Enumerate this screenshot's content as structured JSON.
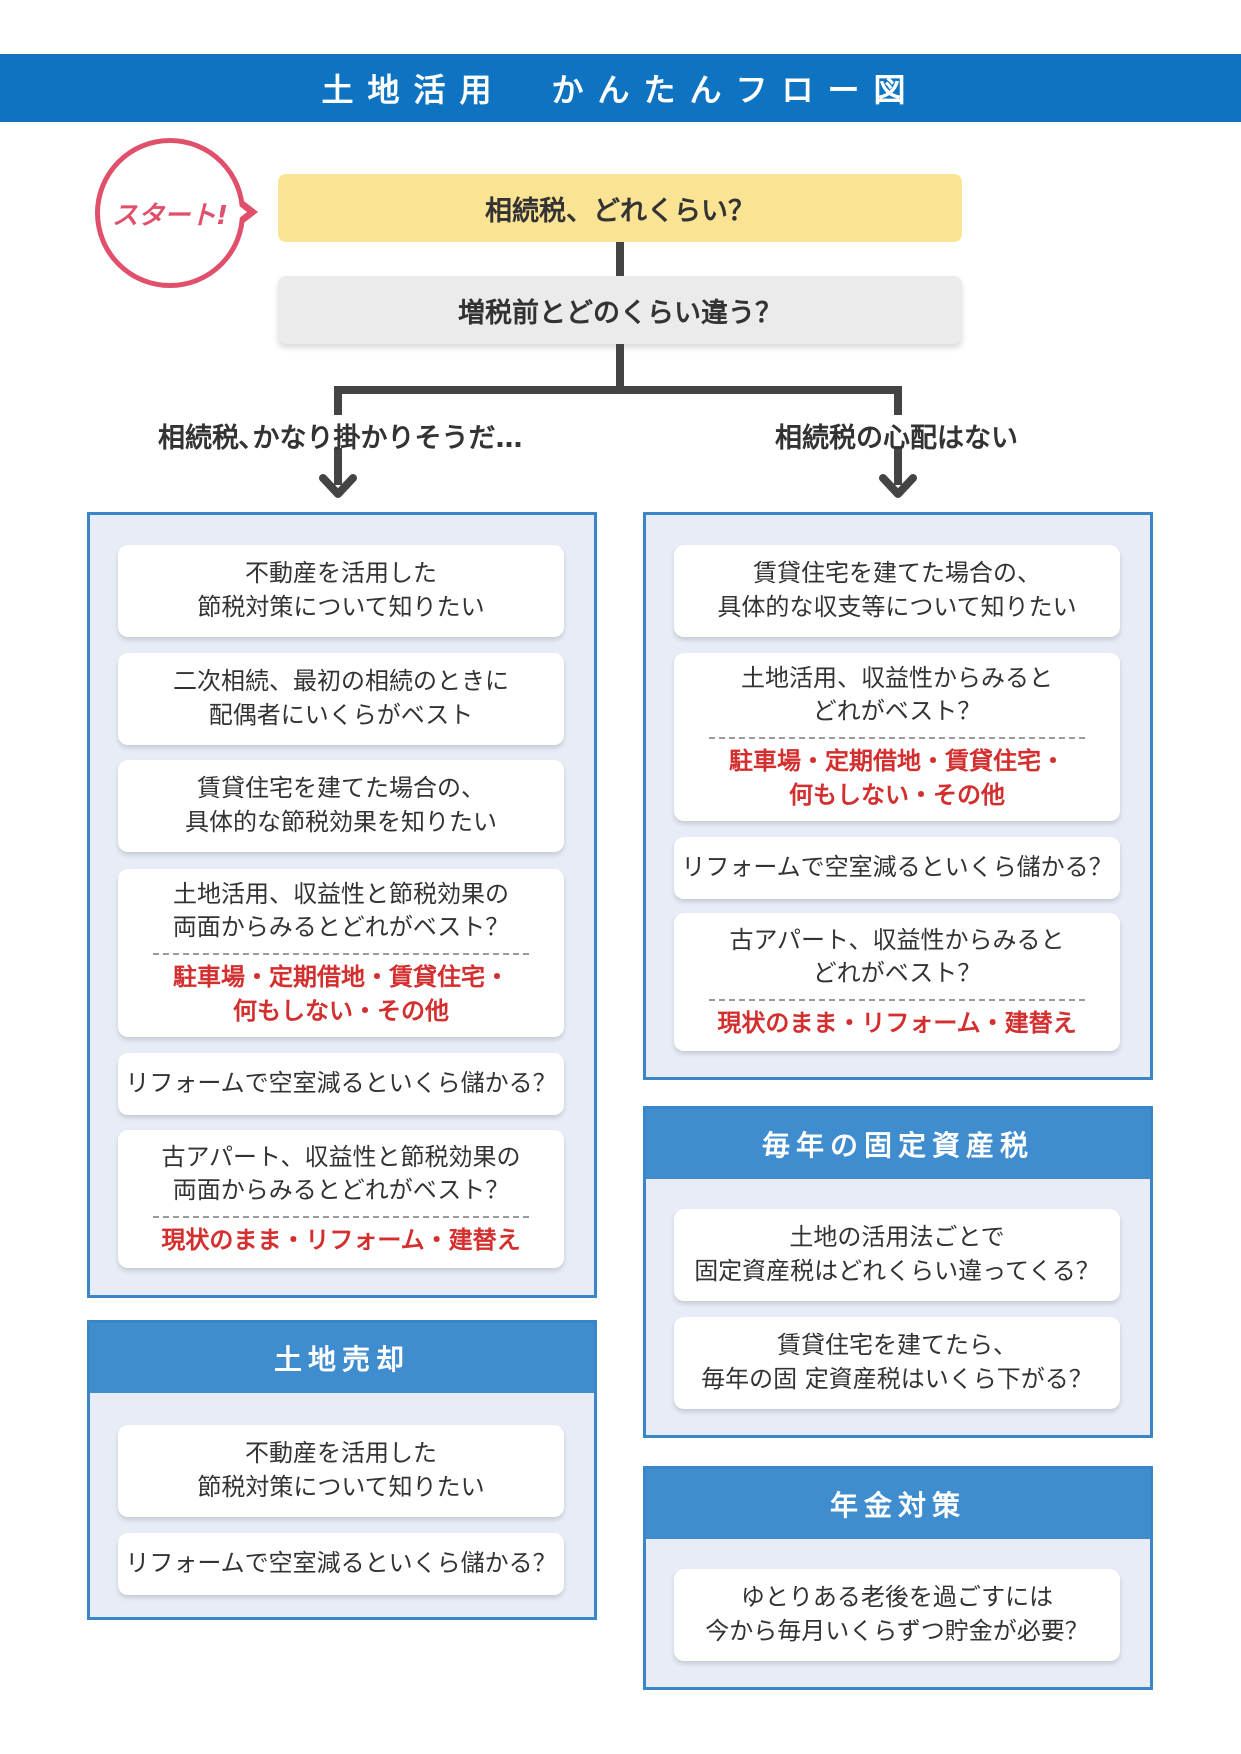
{
  "title": "土地活用　かんたんフロー図",
  "start_label": "スタート!",
  "q1": "相続税、どれくらい？",
  "q2": "増税前とどのくらい違う？",
  "left_branch": {
    "label": "相続税､かなり掛かりそうだ…",
    "cards": [
      {
        "lines": [
          "不動産を活用した",
          "節税対策について知りたい"
        ]
      },
      {
        "lines": [
          "二次相続、最初の相続のときに",
          "配偶者にいくらがベスト"
        ]
      },
      {
        "lines": [
          "賃貸住宅を建てた場合の、",
          "具体的な節税効果を知りたい"
        ]
      },
      {
        "lines": [
          "土地活用、収益性と節税効果の",
          "両面からみるとどれがベスト？"
        ],
        "options": [
          "駐車場・定期借地・賃貸住宅・",
          "何もしない・その他"
        ]
      },
      {
        "lines": [
          "リフォームで空室減るといくら儲かる？"
        ]
      },
      {
        "lines": [
          "古アパート、収益性と節税効果の",
          "両面からみるとどれがベスト？"
        ],
        "options": [
          "現状のまま・リフォーム・建替え"
        ]
      }
    ]
  },
  "right_branch": {
    "label": "相続税の心配はない",
    "cards": [
      {
        "lines": [
          "賃貸住宅を建てた場合の、",
          "具体的な収支等について知りたい"
        ]
      },
      {
        "lines": [
          "土地活用、収益性からみると",
          "どれがベスト？"
        ],
        "options": [
          "駐車場・定期借地・賃貸住宅・",
          "何もしない・その他"
        ]
      },
      {
        "lines": [
          "リフォームで空室減るといくら儲かる？"
        ]
      },
      {
        "lines": [
          "古アパート、収益性からみると",
          "どれがベスト？"
        ],
        "options": [
          "現状のまま・リフォーム・建替え"
        ]
      }
    ]
  },
  "land_sale": {
    "heading": "土地売却",
    "cards": [
      {
        "lines": [
          "不動産を活用した",
          "節税対策について知りたい"
        ]
      },
      {
        "lines": [
          "リフォームで空室減るといくら儲かる？"
        ]
      }
    ]
  },
  "property_tax": {
    "heading": "毎年の固定資産税",
    "cards": [
      {
        "lines": [
          "土地の活用法ごとで",
          "固定資産税はどれくらい違ってくる？"
        ]
      },
      {
        "lines": [
          "賃貸住宅を建てたら、",
          "毎年の固 定資産税はいくら下がる？"
        ]
      }
    ]
  },
  "pension": {
    "heading": "年金対策",
    "cards": [
      {
        "lines": [
          "ゆとりある老後を過ごすには",
          "今から毎月いくらずつ貯金が必要？"
        ]
      }
    ]
  },
  "colors": {
    "title_bar": "#0e74c1",
    "start": "#e0506b",
    "q_main": "#fbe394",
    "q_sub": "#ebebeb",
    "panel_border": "#3b86c9",
    "panel_bg": "#e7ecf6",
    "panel_head": "#3f8ccf",
    "option_text": "#d32f2f",
    "connector": "#444444"
  }
}
